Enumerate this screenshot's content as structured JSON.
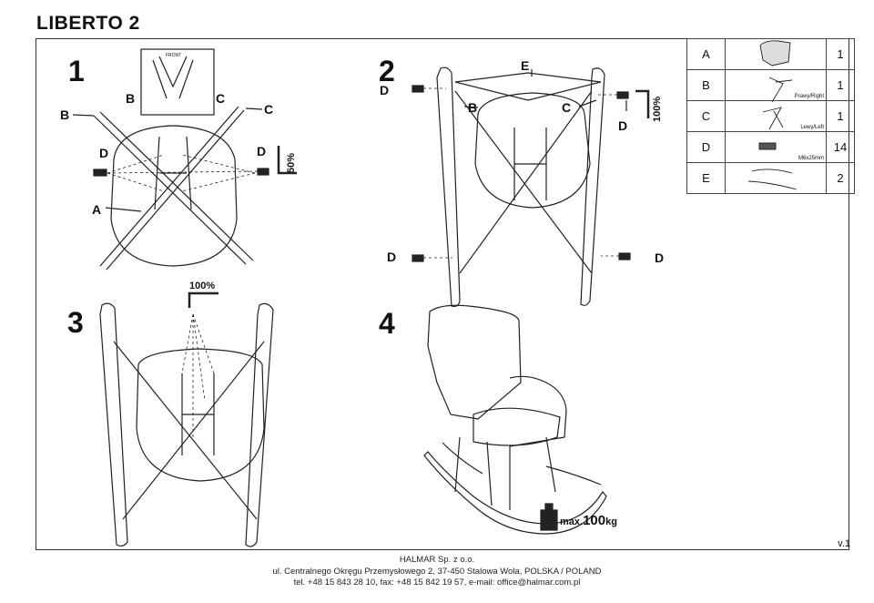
{
  "document": {
    "title": "LIBERTO 2",
    "version": "v.1"
  },
  "steps": [
    {
      "number": "1",
      "labels": {
        "a": "A",
        "b": "B",
        "c": "C",
        "d": "D",
        "inset_b": "B",
        "inset_c": "C"
      },
      "percent": "50%",
      "inset_text": "FRONT"
    },
    {
      "number": "2",
      "labels": {
        "e": "E",
        "b": "B",
        "c": "C",
        "d1": "D",
        "d2": "D",
        "d3": "D",
        "d4": "D"
      },
      "percent": "100%"
    },
    {
      "number": "3",
      "percent": "100%"
    },
    {
      "number": "4",
      "max_prefix": "max.",
      "max_value": "100",
      "max_unit": "kg"
    }
  ],
  "parts_table": [
    {
      "letter": "A",
      "sub": "",
      "qty": "1"
    },
    {
      "letter": "B",
      "sub": "Prawy/Right",
      "qty": "1"
    },
    {
      "letter": "C",
      "sub": "Lewy/Left",
      "qty": "1"
    },
    {
      "letter": "D",
      "sub": "M6x25mm",
      "qty": "14"
    },
    {
      "letter": "E",
      "sub": "",
      "qty": "2"
    }
  ],
  "footer": {
    "company": "HALMAR Sp. z o.o.",
    "address": "ul. Centralnego Okręgu Przemysłowego 2, 37-450 Stalowa Wola, POLSKA / POLAND",
    "contact": "tel. +48 15 843 28 10, fax: +48 15 842 19 57, e-mail: office@halmar.com.pl"
  }
}
